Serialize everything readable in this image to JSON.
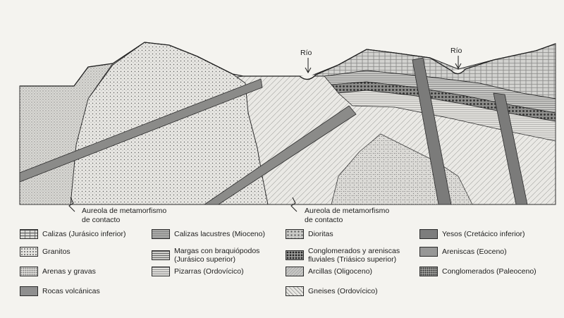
{
  "annotations": {
    "river_1": "Río",
    "river_2": "Río",
    "aureola_1_line1": "Aureola de metamorfismo",
    "aureola_1_line2": "de contacto",
    "aureola_2_line1": "Aureola de metamorfismo",
    "aureola_2_line2": "de contacto"
  },
  "legend": [
    {
      "key": "caliza",
      "label": "Calizas (Jurásico inferior)"
    },
    {
      "key": "granito",
      "label": "Granitos"
    },
    {
      "key": "arena",
      "label": "Arenas y gravas"
    },
    {
      "key": "volc",
      "label": "Rocas volcánicas"
    },
    {
      "key": "lacus",
      "label": "Calizas lacustres (Mioceno)"
    },
    {
      "key": "margas",
      "label": "Margas con braquiópodos\n(Jurásico superior)"
    },
    {
      "key": "pizarra",
      "label": "Pizarras (Ordovícico)"
    },
    {
      "key": "diorita",
      "label": "Dioritas"
    },
    {
      "key": "conglo",
      "label": "Conglomerados y areniscas\nfluviales (Triásico superior)"
    },
    {
      "key": "arcilla",
      "label": "Arcillas (Oligoceno)"
    },
    {
      "key": "gneis",
      "label": "Gneises (Ordovícico)"
    },
    {
      "key": "yeso",
      "label": "Yesos (Cretácico inferior)"
    },
    {
      "key": "areniscas",
      "label": "Areniscas (Eoceno)"
    },
    {
      "key": "congpal",
      "label": "Conglomerados (Paleoceno)"
    }
  ]
}
